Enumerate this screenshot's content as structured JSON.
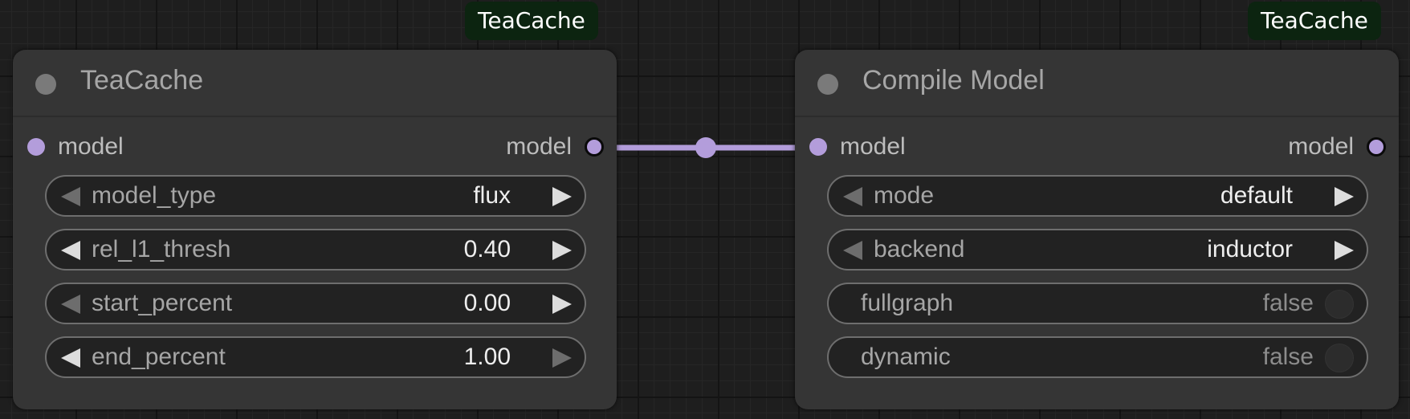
{
  "nodes": [
    {
      "badge": "TeaCache",
      "title": "TeaCache",
      "input_label": "model",
      "output_label": "model",
      "widgets": [
        {
          "label": "model_type",
          "value": "flux",
          "kind": "combo",
          "left_enabled": false,
          "right_enabled": true
        },
        {
          "label": "rel_l1_thresh",
          "value": "0.40",
          "kind": "number",
          "left_enabled": true,
          "right_enabled": true
        },
        {
          "label": "start_percent",
          "value": "0.00",
          "kind": "number",
          "left_enabled": false,
          "right_enabled": true
        },
        {
          "label": "end_percent",
          "value": "1.00",
          "kind": "number",
          "left_enabled": true,
          "right_enabled": false
        }
      ]
    },
    {
      "badge": "TeaCache",
      "title": "Compile Model",
      "input_label": "model",
      "output_label": "model",
      "widgets": [
        {
          "label": "mode",
          "value": "default",
          "kind": "combo",
          "left_enabled": false,
          "right_enabled": true
        },
        {
          "label": "backend",
          "value": "inductor",
          "kind": "combo",
          "left_enabled": false,
          "right_enabled": true
        },
        {
          "label": "fullgraph",
          "value": "false",
          "kind": "toggle"
        },
        {
          "label": "dynamic",
          "value": "false",
          "kind": "toggle"
        }
      ]
    }
  ],
  "colors": {
    "link": "#b39ddb",
    "badge_bg": "#0c2410",
    "node_bg": "#353535",
    "canvas_bg": "#1e1e1e"
  }
}
